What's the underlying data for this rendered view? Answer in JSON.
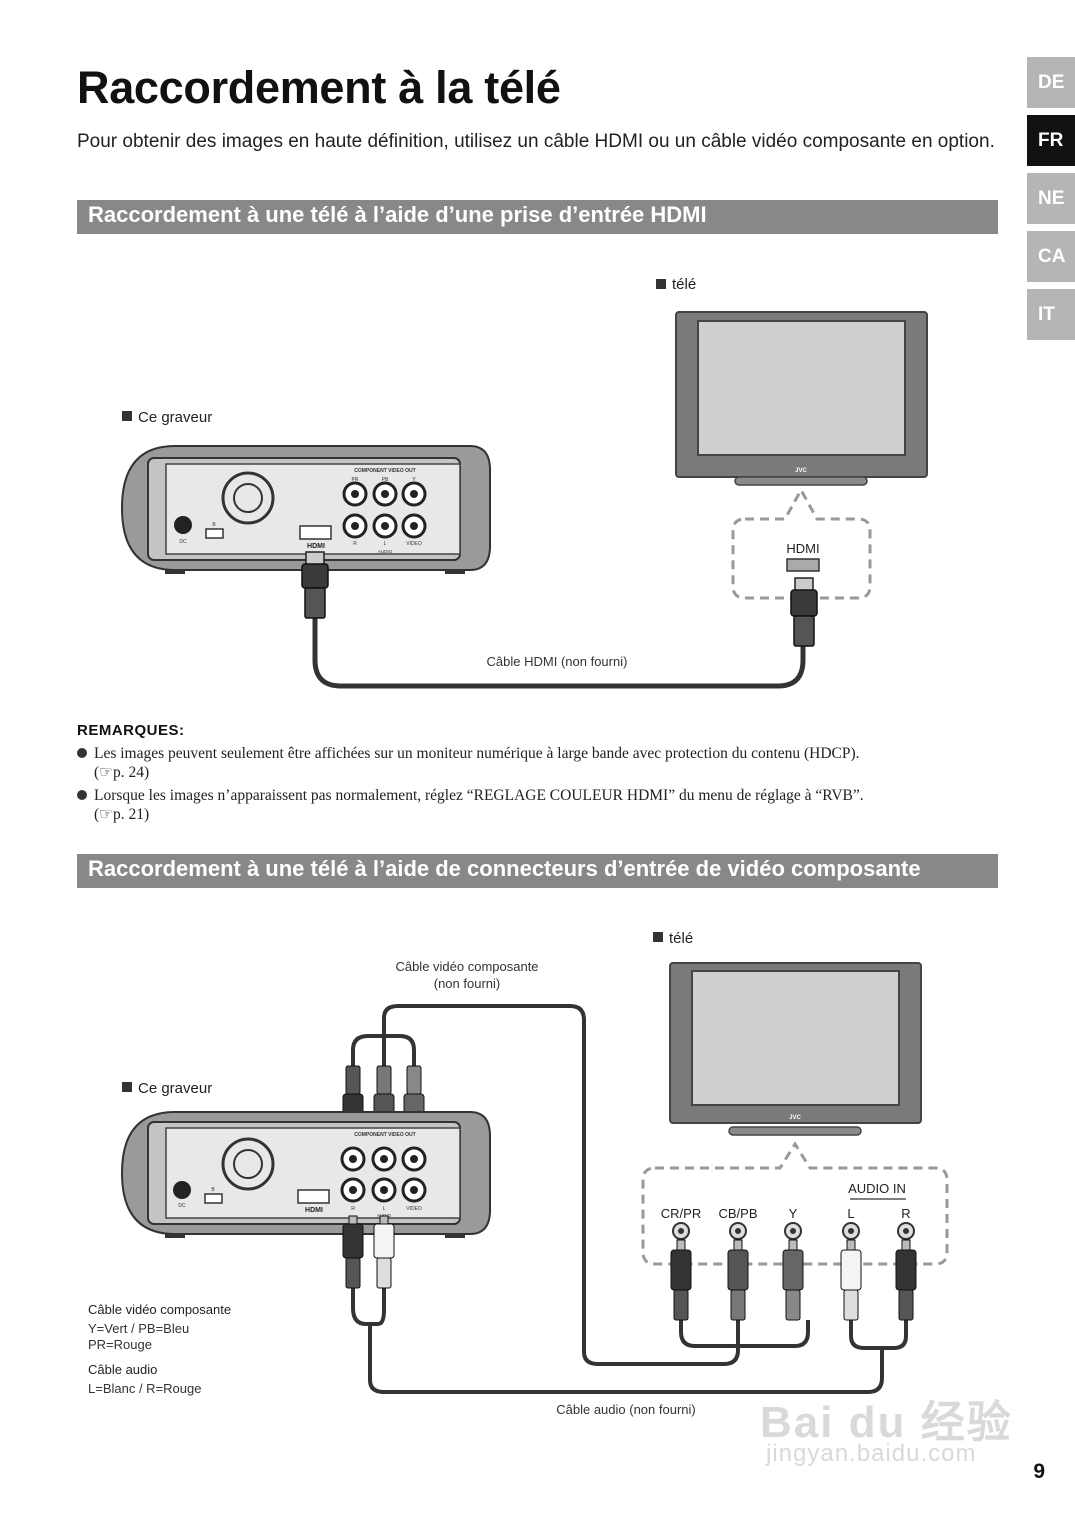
{
  "page": {
    "title": "Raccordement à la télé",
    "intro": "Pour obtenir des images en haute définition, utilisez un câble HDMI ou un câble vidéo composante en option.",
    "page_number": "9"
  },
  "language_tabs": [
    {
      "label": "DE",
      "active": false
    },
    {
      "label": "FR",
      "active": true
    },
    {
      "label": "NE",
      "active": false
    },
    {
      "label": "CA",
      "active": false
    },
    {
      "label": "IT",
      "active": false
    }
  ],
  "section_hdmi": {
    "heading": "Raccordement à une télé à l’aide d’une prise d’entrée HDMI",
    "tv_label": "télé",
    "recorder_label": "Ce graveur",
    "tv_port_label": "HDMI",
    "cable_label": "Câble HDMI (non fourni)",
    "brand": "JVC",
    "device_labels": {
      "component_video_out": "COMPONENT VIDEO OUT",
      "pr": "PR",
      "pb": "PB",
      "y": "Y",
      "hdmi_logo": "HDMI",
      "audio": "AUDIO",
      "r": "R",
      "l": "L",
      "video": "VIDEO",
      "dc": "DC",
      "usb": "B"
    }
  },
  "remarks": {
    "title": "REMARQUES:",
    "items": [
      {
        "text": "Les images peuvent seulement être affichées sur un moniteur numérique à large bande avec protection du contenu (HDCP).",
        "ref": "(☞p. 24)"
      },
      {
        "text": "Lorsque les images n’apparaissent pas normalement, réglez “REGLAGE COULEUR HDMI” du menu de réglage à “RVB”.",
        "ref": "(☞p. 21)"
      }
    ]
  },
  "section_component": {
    "heading": "Raccordement à une télé à l’aide de connecteurs d’entrée de vidéo composante",
    "tv_label": "télé",
    "recorder_label": "Ce graveur",
    "component_cable_label_line1": "Câble vidéo composante",
    "component_cable_label_line2": "(non fourni)",
    "audio_cable_label": "Câble audio (non fourni)",
    "tv_audio_in": "AUDIO IN",
    "tv_inputs": [
      "CR/PR",
      "CB/PB",
      "Y",
      "L",
      "R"
    ],
    "brand": "JVC",
    "legend": {
      "video_title": "Câble vidéo composante",
      "video_colors_line1": "Y=Vert / PB=Bleu",
      "video_colors_line2": "PR=Rouge",
      "audio_title": "Câble audio",
      "audio_colors": "L=Blanc / R=Rouge"
    },
    "device_labels": {
      "component_video_out": "COMPONENT VIDEO OUT",
      "hdmi_logo": "HDMI",
      "audio": "AUDIO",
      "r": "R",
      "l": "L",
      "video": "VIDEO",
      "dc": "DC",
      "usb": "B"
    }
  },
  "watermark": {
    "line1": "Bai du 经验",
    "line2": "jingyan.baidu.com"
  }
}
